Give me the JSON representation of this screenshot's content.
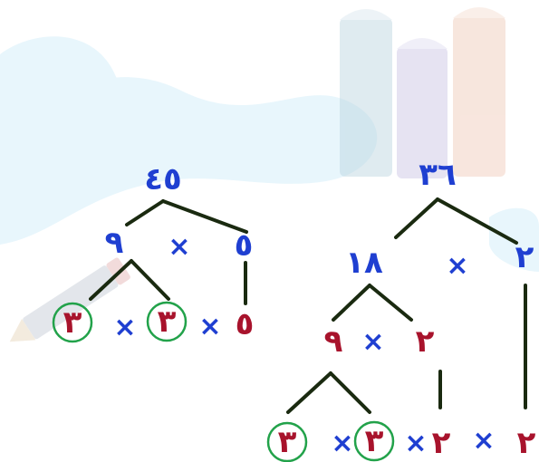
{
  "colors": {
    "composite": "#1f3fd1",
    "prime": "#a8132c",
    "branch": "#1a2a10",
    "circle": "#22a24a",
    "operator": "#1f3fd1"
  },
  "operator_symbol": "×",
  "tree_left": {
    "root": "٤٥",
    "level1": {
      "left": "٩",
      "right": "٥"
    },
    "level2": {
      "a": "٣",
      "b": "٣",
      "c": "٥"
    }
  },
  "tree_right": {
    "root": "٣٦",
    "level1": {
      "left": "١٨",
      "right": "٢"
    },
    "level2": {
      "left": "٩",
      "right": "٢"
    },
    "level3": {
      "a": "٣",
      "b": "٣",
      "c": "٢",
      "d": "٢"
    }
  },
  "icons": [
    "books-watermark-icon",
    "pencil-watermark-icon",
    "swirl-watermark-icon"
  ]
}
